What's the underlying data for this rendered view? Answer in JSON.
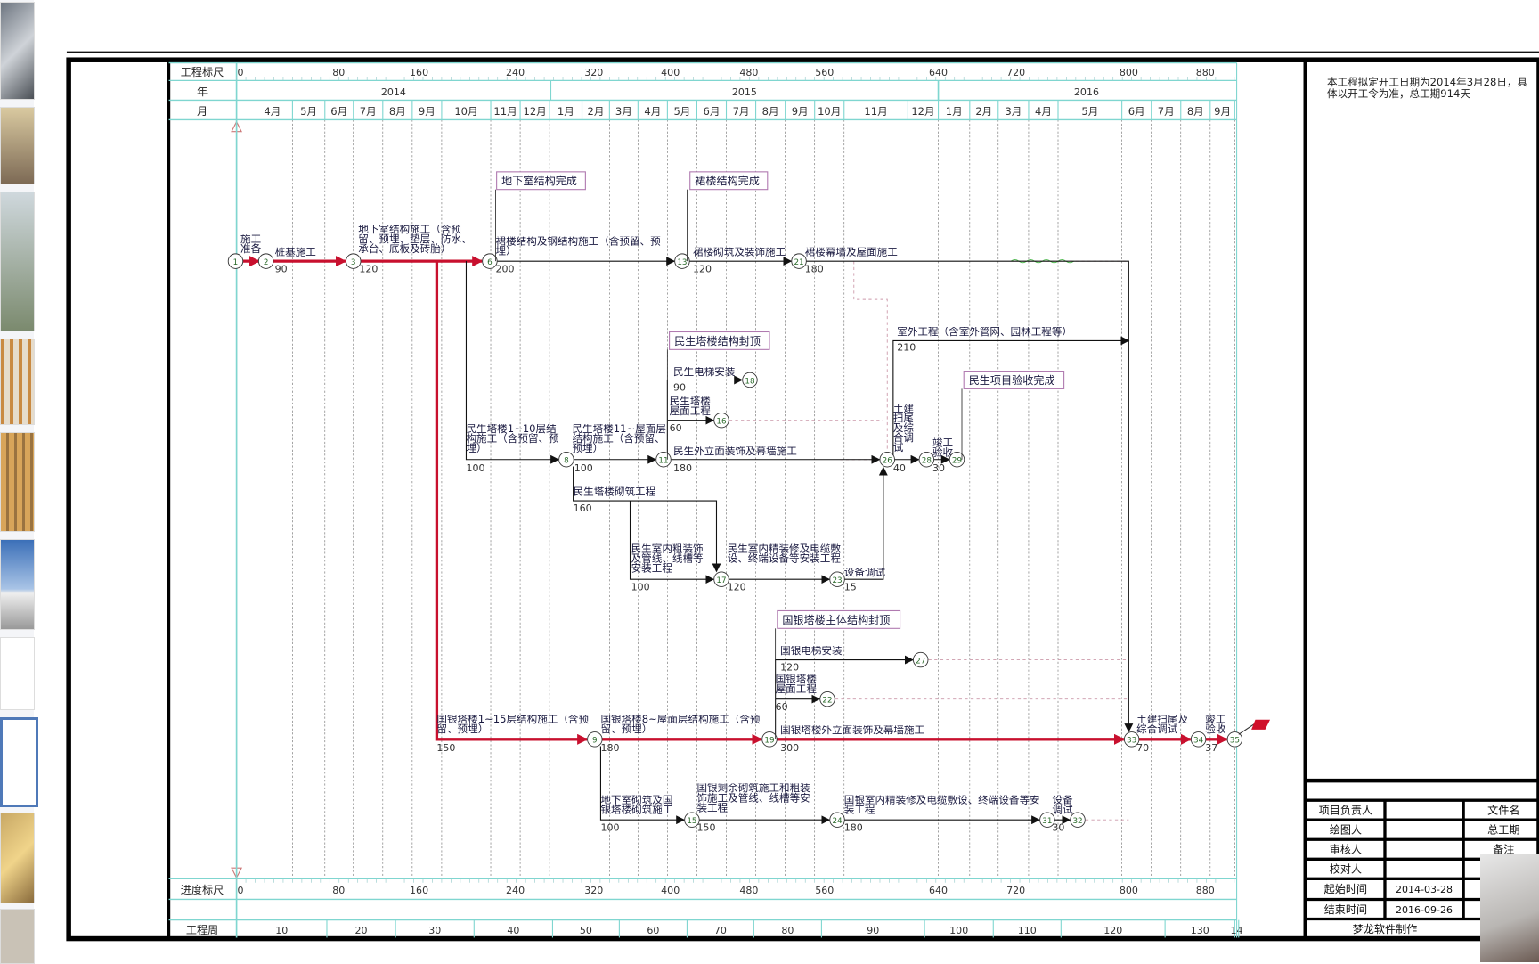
{
  "note": "本工程拟定开工日期为2014年3月28日，具体以开工令为准，总工期914天",
  "header": {
    "scale_label": "工程标尺",
    "year_label": "年",
    "month_label": "月",
    "progress_label": "进度标尺",
    "week_label": "工程周",
    "scale_ticks": [
      "0",
      "80",
      "160",
      "240",
      "320",
      "400",
      "480",
      "560",
      "640",
      "720",
      "800",
      "880"
    ],
    "years": [
      "2014",
      "2015",
      "2016"
    ],
    "months": [
      "4月",
      "5月",
      "6月",
      "7月",
      "8月",
      "9月",
      "10月",
      "11月",
      "12月",
      "1月",
      "2月",
      "3月",
      "4月",
      "5月",
      "6月",
      "7月",
      "8月",
      "9月",
      "10月",
      "11月",
      "12月",
      "1月",
      "2月",
      "3月",
      "4月",
      "5月",
      "6月",
      "7月",
      "8月",
      "9月"
    ],
    "weeks": [
      "10",
      "20",
      "30",
      "40",
      "50",
      "60",
      "70",
      "80",
      "90",
      "100",
      "110",
      "120",
      "130",
      "14"
    ]
  },
  "milestones": [
    {
      "id": "m1",
      "label": "地下室结构完成"
    },
    {
      "id": "m2",
      "label": "裙楼结构完成"
    },
    {
      "id": "m3",
      "label": "民生塔楼结构封顶"
    },
    {
      "id": "m4",
      "label": "民生项目验收完成"
    },
    {
      "id": "m5",
      "label": "国银塔楼主体结构封顶"
    }
  ],
  "nodes": [
    "1",
    "2",
    "3",
    "6",
    "13",
    "21",
    "8",
    "11",
    "26",
    "28",
    "29",
    "18",
    "16",
    "17",
    "23",
    "27",
    "22",
    "9",
    "19",
    "33",
    "34",
    "35",
    "15",
    "24",
    "31",
    "32"
  ],
  "activities": [
    {
      "id": "a1",
      "label": "施工准备",
      "duration": "",
      "critical": true
    },
    {
      "id": "a2",
      "label": "桩基施工",
      "duration": "90",
      "critical": true
    },
    {
      "id": "a3",
      "label": "地下室结构施工（含预留、预埋、垫层、防水、承台、底板及砖胎）",
      "duration": "120",
      "critical": true
    },
    {
      "id": "a4",
      "label": "裙楼结构及钢结构施工（含预留、预埋）",
      "duration": "200",
      "critical": false
    },
    {
      "id": "a5",
      "label": "裙楼砌筑及装饰施工",
      "duration": "120",
      "critical": false
    },
    {
      "id": "a6",
      "label": "裙楼幕墙及屋面施工",
      "duration": "180",
      "critical": false
    },
    {
      "id": "a7",
      "label": "国银塔楼1~15层结构施工（含预留、预埋）",
      "duration": "150",
      "critical": true
    },
    {
      "id": "a8",
      "label": "国银塔楼8~屋面层结构施工（含预留、预埋）",
      "duration": "180",
      "critical": true
    },
    {
      "id": "a9",
      "label": "国银塔楼外立面装饰及幕墙施工",
      "duration": "300",
      "critical": true
    },
    {
      "id": "a10",
      "label": "土建扫尾及综合调试",
      "duration": "70",
      "critical": true
    },
    {
      "id": "a11",
      "label": "竣工验收",
      "duration": "37",
      "critical": true
    },
    {
      "id": "a12",
      "label": "民生塔楼1~10层结构施工（含预留、预埋）",
      "duration": "100",
      "critical": false
    },
    {
      "id": "a13",
      "label": "民生塔楼11~屋面层结构施工（含预留、预埋）",
      "duration": "100",
      "critical": false
    },
    {
      "id": "a14",
      "label": "民生外立面装饰及幕墙施工",
      "duration": "180",
      "critical": false
    },
    {
      "id": "a15",
      "label": "民生电梯安装",
      "duration": "90",
      "critical": false
    },
    {
      "id": "a16",
      "label": "民生塔楼屋面工程",
      "duration": "60",
      "critical": false
    },
    {
      "id": "a17",
      "label": "民生塔楼砌筑工程",
      "duration": "160",
      "critical": false
    },
    {
      "id": "a18",
      "label": "民生室内粗装饰及管线、线槽等安装工程",
      "duration": "100",
      "critical": false
    },
    {
      "id": "a19",
      "label": "民生室内精装修及电缆敷设、终端设备等安装工程",
      "duration": "120",
      "critical": false
    },
    {
      "id": "a20",
      "label": "设备调试",
      "duration": "15",
      "critical": false
    },
    {
      "id": "a21",
      "label": "土建扫尾及综合调试",
      "duration": "40",
      "critical": false
    },
    {
      "id": "a22",
      "label": "竣工验收",
      "duration": "30",
      "critical": false
    },
    {
      "id": "a23",
      "label": "室外工程（含室外管网、园林工程等）",
      "duration": "210",
      "critical": false
    },
    {
      "id": "a24",
      "label": "国银电梯安装",
      "duration": "120",
      "critical": false
    },
    {
      "id": "a25",
      "label": "国银塔楼屋面工程",
      "duration": "60",
      "critical": false
    },
    {
      "id": "a26",
      "label": "地下室砌筑及国银塔楼砌筑施工",
      "duration": "100",
      "critical": false
    },
    {
      "id": "a27",
      "label": "国银剩余砌筑施工和粗装饰施工及管线、线槽等安装工程",
      "duration": "150",
      "critical": false
    },
    {
      "id": "a28",
      "label": "国银室内精装修及电缆敷设、终端设备等安装工程",
      "duration": "180",
      "critical": false
    },
    {
      "id": "a29",
      "label": "设备调试",
      "duration": "30",
      "critical": false
    }
  ],
  "titleblock": {
    "rows": [
      {
        "label": "项目负责人",
        "value": ""
      },
      {
        "label": "绘图人",
        "value": ""
      },
      {
        "label": "审核人",
        "value": ""
      },
      {
        "label": "校对人",
        "value": ""
      },
      {
        "label": "起始时间",
        "value": "2014-03-28"
      },
      {
        "label": "结束时间",
        "value": "2016-09-26"
      }
    ],
    "right_labels": [
      "文件名",
      "总工期",
      "备注"
    ],
    "footer": "梦龙软件制作"
  },
  "colors": {
    "critical": "#c8102e",
    "grid": "#7fd6d0",
    "milestone": "#b07ab0",
    "text": "#1a1a40"
  }
}
